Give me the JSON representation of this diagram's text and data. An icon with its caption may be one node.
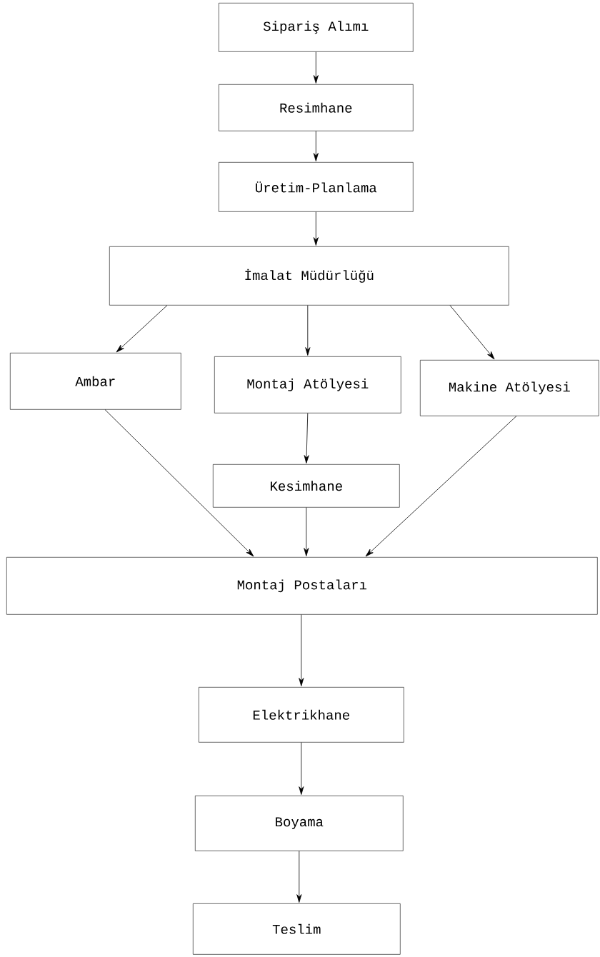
{
  "diagram": {
    "nodes": [
      {
        "text": [
          "Sipariş Alımı"
        ]
      },
      {
        "text": [
          "Resimhane"
        ]
      },
      {
        "text": [
          "Üretim-Planlama"
        ]
      },
      {
        "text": [
          "İmalat Müdürlüğü"
        ]
      },
      {
        "text": [
          "Ambar"
        ]
      },
      {
        "text": [
          "Montaj Atölyesi"
        ]
      },
      {
        "text": [
          "Makine Atölyesi"
        ]
      },
      {
        "text": [
          "Kesimhane"
        ]
      },
      {
        "text": [
          "Montaj Postaları"
        ]
      },
      {
        "text": [
          "Elektrikhane"
        ]
      },
      {
        "text": [
          "Boyama"
        ]
      },
      {
        "text": [
          "Teslim"
        ]
      }
    ],
    "edges": [
      {
        "from": 0,
        "to": 1,
        "arrow": "to"
      },
      {
        "from": 1,
        "to": 2,
        "arrow": "to"
      },
      {
        "from": 2,
        "to": 3,
        "arrow": "to"
      },
      {
        "from": 3,
        "to": 4,
        "arrow": "to"
      },
      {
        "from": 3,
        "to": 5,
        "arrow": "to"
      },
      {
        "from": 3,
        "to": 6,
        "arrow": "to"
      },
      {
        "from": 5,
        "to": 7,
        "arrow": "to"
      },
      {
        "from": 4,
        "to": 8,
        "arrow": "to"
      },
      {
        "from": 7,
        "to": 8,
        "arrow": "to"
      },
      {
        "from": 6,
        "to": 8,
        "arrow": "to"
      },
      {
        "from": 8,
        "to": 9,
        "arrow": "to"
      },
      {
        "from": 9,
        "to": 10,
        "arrow": "to"
      },
      {
        "from": 10,
        "to": 11,
        "arrow": "to"
      }
    ]
  }
}
